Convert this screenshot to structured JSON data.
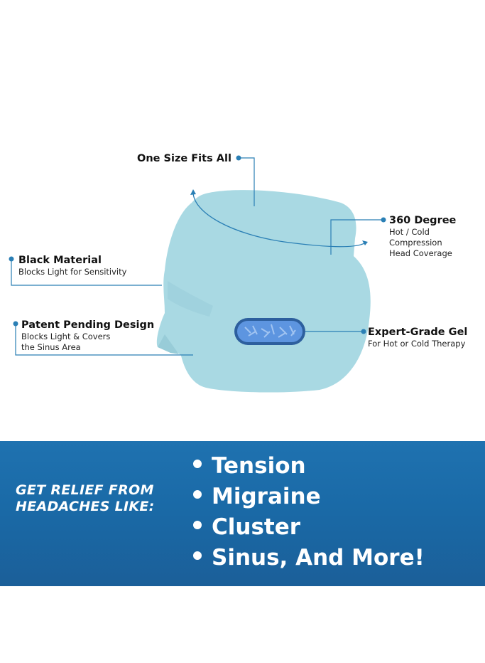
{
  "colors": {
    "mask_fill": "#a9d9e3",
    "mask_shade": "#8fc6d2",
    "callout_line": "#2a7fb5",
    "banner_bg": "#1b6aa8",
    "banner_text": "#ffffff",
    "gel_blue": "#4f86d8"
  },
  "callouts": {
    "one_size": {
      "title": "One Size Fits All"
    },
    "degree360": {
      "title": "360 Degree",
      "lines": [
        "Hot / Cold",
        "Compression",
        "Head Coverage"
      ]
    },
    "black_material": {
      "title": "Black Material",
      "lines": [
        "Blocks Light for Sensitivity"
      ]
    },
    "patent": {
      "title": "Patent Pending Design",
      "lines": [
        "Blocks Light & Covers",
        "the Sinus Area"
      ]
    },
    "gel": {
      "title": "Expert-Grade Gel",
      "lines": [
        "For Hot or Cold Therapy"
      ]
    }
  },
  "banner": {
    "heading_lines": [
      "GET RELIEF FROM",
      "HEADACHES LIKE:"
    ],
    "items": [
      "Tension",
      "Migraine",
      "Cluster",
      "Sinus, And More!"
    ]
  }
}
